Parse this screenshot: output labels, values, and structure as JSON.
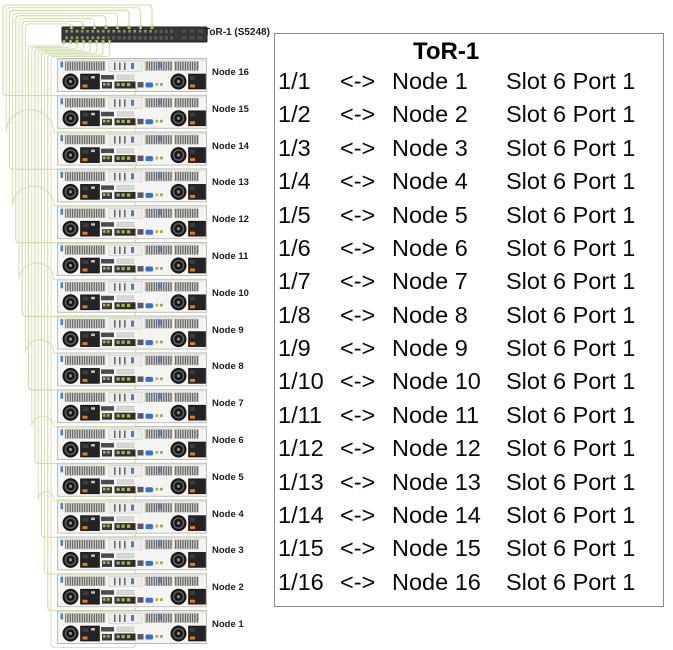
{
  "diagram": {
    "switch_label": "ToR-1 (S5248)",
    "nodes_top_to_bottom": [
      "Node 16",
      "Node 15",
      "Node 14",
      "Node 13",
      "Node 12",
      "Node 11",
      "Node 10",
      "Node 9",
      "Node 8",
      "Node 7",
      "Node 6",
      "Node 5",
      "Node 4",
      "Node 3",
      "Node 2",
      "Node 1"
    ],
    "node_count": 16,
    "cable_colors": [
      "#c6d89c",
      "#d2e2ae"
    ]
  },
  "table": {
    "title": "ToR-1",
    "rows": [
      {
        "port": "1/1",
        "arrow": "<->",
        "node": "Node 1",
        "detail": "Slot 6 Port 1"
      },
      {
        "port": "1/2",
        "arrow": "<->",
        "node": "Node 2",
        "detail": "Slot 6 Port 1"
      },
      {
        "port": "1/3",
        "arrow": "<->",
        "node": "Node 3",
        "detail": "Slot 6 Port 1"
      },
      {
        "port": "1/4",
        "arrow": "<->",
        "node": "Node 4",
        "detail": "Slot 6 Port 1"
      },
      {
        "port": "1/5",
        "arrow": "<->",
        "node": "Node 5",
        "detail": "Slot 6 Port 1"
      },
      {
        "port": "1/6",
        "arrow": "<->",
        "node": "Node 6",
        "detail": "Slot 6 Port 1"
      },
      {
        "port": "1/7",
        "arrow": "<->",
        "node": "Node 7",
        "detail": "Slot 6 Port 1"
      },
      {
        "port": "1/8",
        "arrow": "<->",
        "node": "Node 8",
        "detail": "Slot 6 Port 1"
      },
      {
        "port": "1/9",
        "arrow": "<->",
        "node": "Node 9",
        "detail": "Slot 6 Port 1"
      },
      {
        "port": "1/10",
        "arrow": "<->",
        "node": "Node 10",
        "detail": "Slot 6 Port 1"
      },
      {
        "port": "1/11",
        "arrow": "<->",
        "node": "Node 11",
        "detail": "Slot 6 Port 1"
      },
      {
        "port": "1/12",
        "arrow": "<->",
        "node": "Node 12",
        "detail": "Slot 6 Port 1"
      },
      {
        "port": "1/13",
        "arrow": "<->",
        "node": "Node 13",
        "detail": "Slot 6 Port 1"
      },
      {
        "port": "1/14",
        "arrow": "<->",
        "node": "Node 14",
        "detail": "Slot 6 Port 1"
      },
      {
        "port": "1/15",
        "arrow": "<->",
        "node": "Node 15",
        "detail": "Slot 6 Port 1"
      },
      {
        "port": "1/16",
        "arrow": "<->",
        "node": "Node 16",
        "detail": "Slot 6 Port 1"
      }
    ]
  },
  "colors": {
    "switch_body": "#39393b",
    "switch_port": "#58585c",
    "plugged_port_green": "#8aa55e",
    "server_body": "#f4f4f2",
    "psu_orange": "#e07b20",
    "led_green": "#8fbb4a",
    "led_yellow": "#c9b31e",
    "vga_blue": "#3a6fd8",
    "table_border": "#8c8c8c"
  }
}
